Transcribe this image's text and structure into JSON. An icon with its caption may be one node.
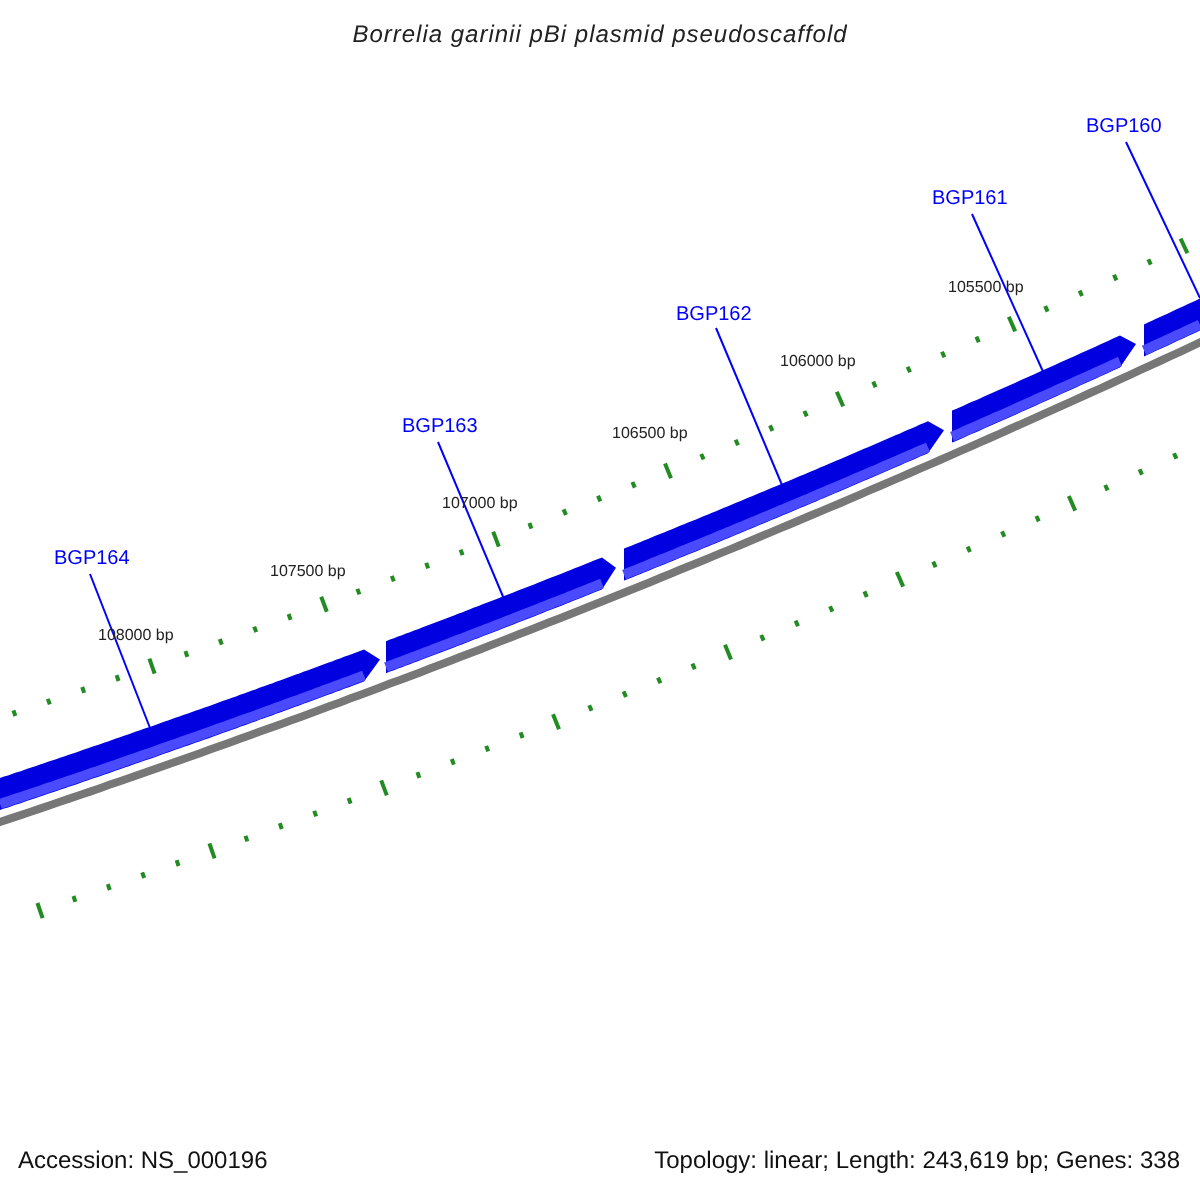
{
  "diagram": {
    "title": "Borrelia garinii pBi plasmid pseudoscaffold",
    "nodes": [
      {
        "text": [
          "BGP164"
        ]
      },
      {
        "text": [
          "BGP163"
        ]
      },
      {
        "text": [
          "BGP162"
        ]
      },
      {
        "text": [
          "BGP161"
        ]
      },
      {
        "text": [
          "BGP160"
        ]
      },
      {
        "text": [],
        "shape": "arrow"
      },
      {
        "text": [],
        "shape": "arrow"
      },
      {
        "text": [],
        "shape": "arrow"
      },
      {
        "text": [],
        "shape": "arrow"
      },
      {
        "text": [],
        "shape": "arrow"
      }
    ],
    "edges": [
      {
        "from": 0,
        "to": 5,
        "arrow": "none"
      },
      {
        "from": 1,
        "to": 6,
        "arrow": "none"
      },
      {
        "from": 2,
        "to": 7,
        "arrow": "none"
      },
      {
        "from": 3,
        "to": 8,
        "arrow": "none"
      },
      {
        "from": 4,
        "to": 9,
        "arrow": "none"
      }
    ],
    "labels": [
      "108000 bp",
      "107500 bp",
      "107000 bp",
      "106500 bp",
      "106000 bp",
      "105500 bp",
      "Accession: NS_000196",
      "Topology: linear; Length: 243,619 bp; Genes: 338"
    ]
  }
}
